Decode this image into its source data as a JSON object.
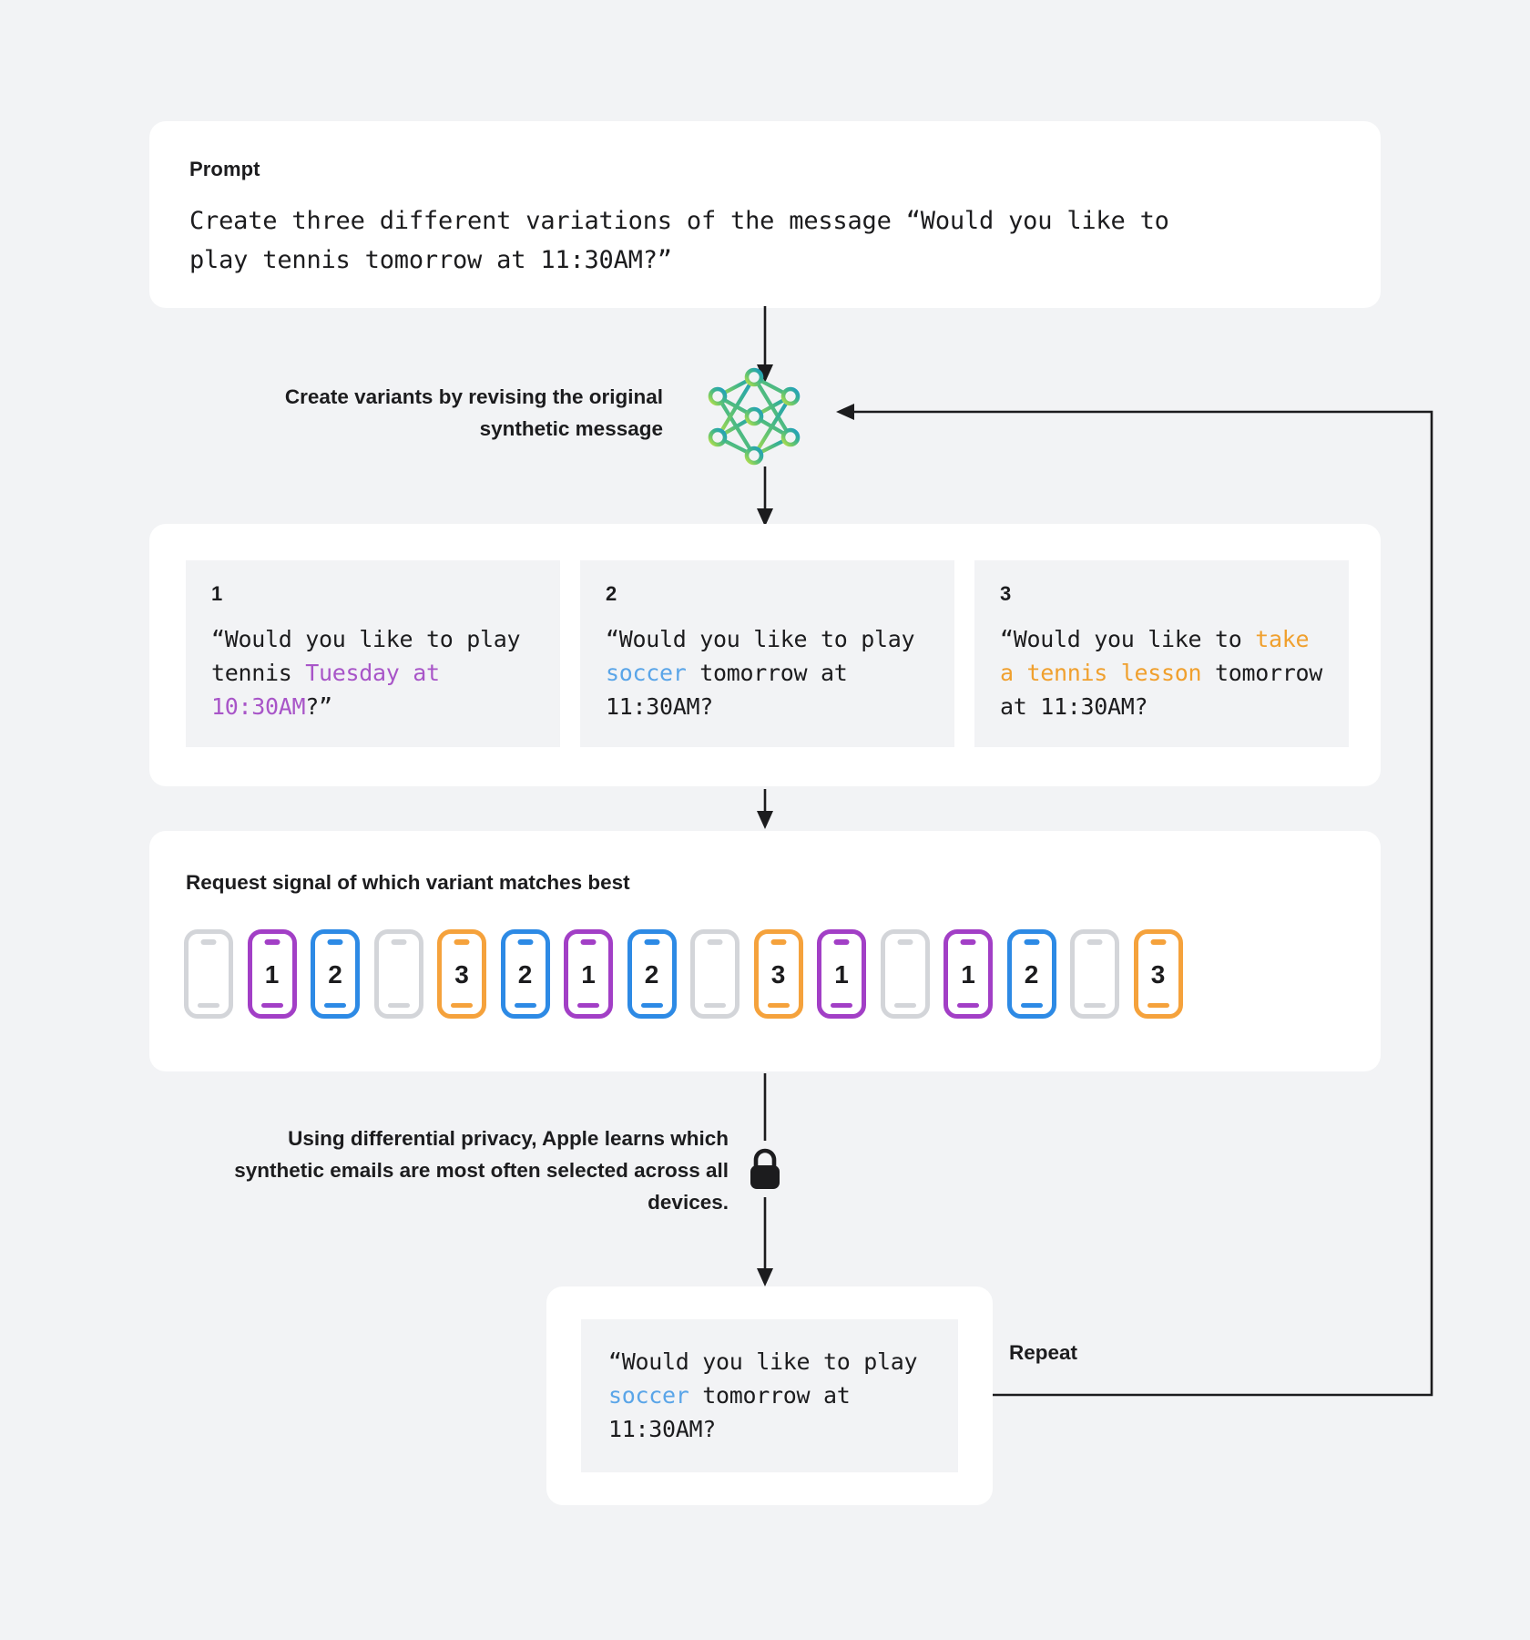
{
  "prompt": {
    "label": "Prompt",
    "text": "Create three different variations of the message “Would you like to\nplay tennis tomorrow at 11:30AM?”"
  },
  "generate_step": {
    "label": "Create variants by revising the original synthetic message",
    "icon": "neural-network-icon",
    "gradient_from": "#8fd44a",
    "gradient_to": "#1f9fc2"
  },
  "variants": {
    "items": [
      {
        "number": "1",
        "segments": [
          {
            "text": "“Would you like to play tennis ",
            "style": "plain"
          },
          {
            "text": "Tuesday at 10:30AM",
            "style": "purple"
          },
          {
            "text": "?”",
            "style": "plain"
          }
        ],
        "highlight_color": "#a855c8"
      },
      {
        "number": "2",
        "segments": [
          {
            "text": "“Would you like to play ",
            "style": "plain"
          },
          {
            "text": "soccer",
            "style": "blue"
          },
          {
            "text": " tomorrow at 11:30AM?",
            "style": "plain"
          }
        ],
        "highlight_color": "#5aa5e8"
      },
      {
        "number": "3",
        "segments": [
          {
            "text": "“Would you like to ",
            "style": "plain"
          },
          {
            "text": "take a tennis lesson",
            "style": "orange"
          },
          {
            "text": " tomorrow at 11:30AM?",
            "style": "plain"
          }
        ],
        "highlight_color": "#f0a02e"
      }
    ]
  },
  "signal": {
    "title": "Request signal of which variant matches best",
    "phones": [
      {
        "value": "",
        "color": "gray"
      },
      {
        "value": "1",
        "color": "purple"
      },
      {
        "value": "2",
        "color": "blue"
      },
      {
        "value": "",
        "color": "gray"
      },
      {
        "value": "3",
        "color": "orange"
      },
      {
        "value": "2",
        "color": "blue"
      },
      {
        "value": "1",
        "color": "purple"
      },
      {
        "value": "2",
        "color": "blue"
      },
      {
        "value": "",
        "color": "gray"
      },
      {
        "value": "3",
        "color": "orange"
      },
      {
        "value": "1",
        "color": "purple"
      },
      {
        "value": "",
        "color": "gray"
      },
      {
        "value": "1",
        "color": "purple"
      },
      {
        "value": "2",
        "color": "blue"
      },
      {
        "value": "",
        "color": "gray"
      },
      {
        "value": "3",
        "color": "orange"
      }
    ],
    "colors": {
      "gray": "#d3d5d9",
      "purple": "#a23fc6",
      "blue": "#2d8ae5",
      "orange": "#f5a23c"
    }
  },
  "privacy_step": {
    "note": "Using differential privacy, Apple learns which synthetic emails are most often selected across all devices.",
    "icon": "lock-icon"
  },
  "result": {
    "segments": [
      {
        "text": "“Would you like to play ",
        "style": "plain"
      },
      {
        "text": "soccer",
        "style": "blue"
      },
      {
        "text": " tomorrow at 11:30AM?",
        "style": "plain"
      }
    ]
  },
  "loop": {
    "repeat_label": "Repeat"
  }
}
